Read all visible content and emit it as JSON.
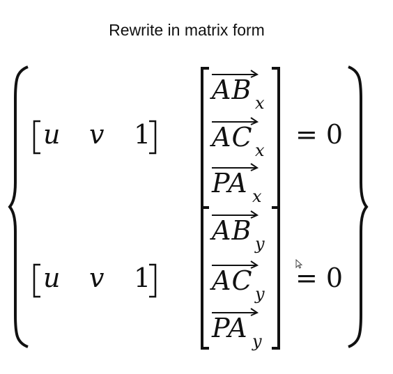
{
  "title": "Rewrite in matrix form",
  "row1": {
    "u": "u",
    "v": "v",
    "one": "1",
    "vec1": "AB",
    "sub1": "x",
    "vec2": "AC",
    "sub2": "x",
    "vec3": "PA",
    "sub3": "x",
    "rhs": "= 0"
  },
  "row2": {
    "u": "u",
    "v": "v",
    "one": "1",
    "vec1": "AB",
    "sub1": "y",
    "vec2": "AC",
    "sub2": "y",
    "vec3": "PA",
    "sub3": "y",
    "rhs": "= 0"
  }
}
